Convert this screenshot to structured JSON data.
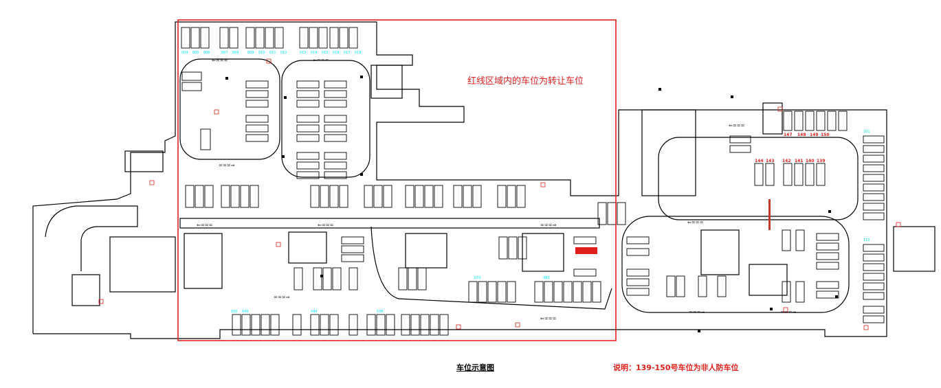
{
  "colors": {
    "wall": "#000000",
    "slot_label": "#00e5ff",
    "highlight": "#e0201c",
    "arrow_label": "#1a1a1a"
  },
  "annotation": "红线区域内的车位为转让车位",
  "caption": "车位示意图",
  "note": "说明：139-150号车位为非人防车位",
  "slot_labels": {
    "top_row": [
      "004",
      "005",
      "006",
      "007",
      "008",
      "009",
      "010",
      "011",
      "012",
      "013",
      "014",
      "015",
      "016",
      "017",
      "018"
    ],
    "right_block": [
      "147",
      "148",
      "149",
      "150",
      "144",
      "143",
      "142",
      "141",
      "140",
      "139"
    ]
  }
}
